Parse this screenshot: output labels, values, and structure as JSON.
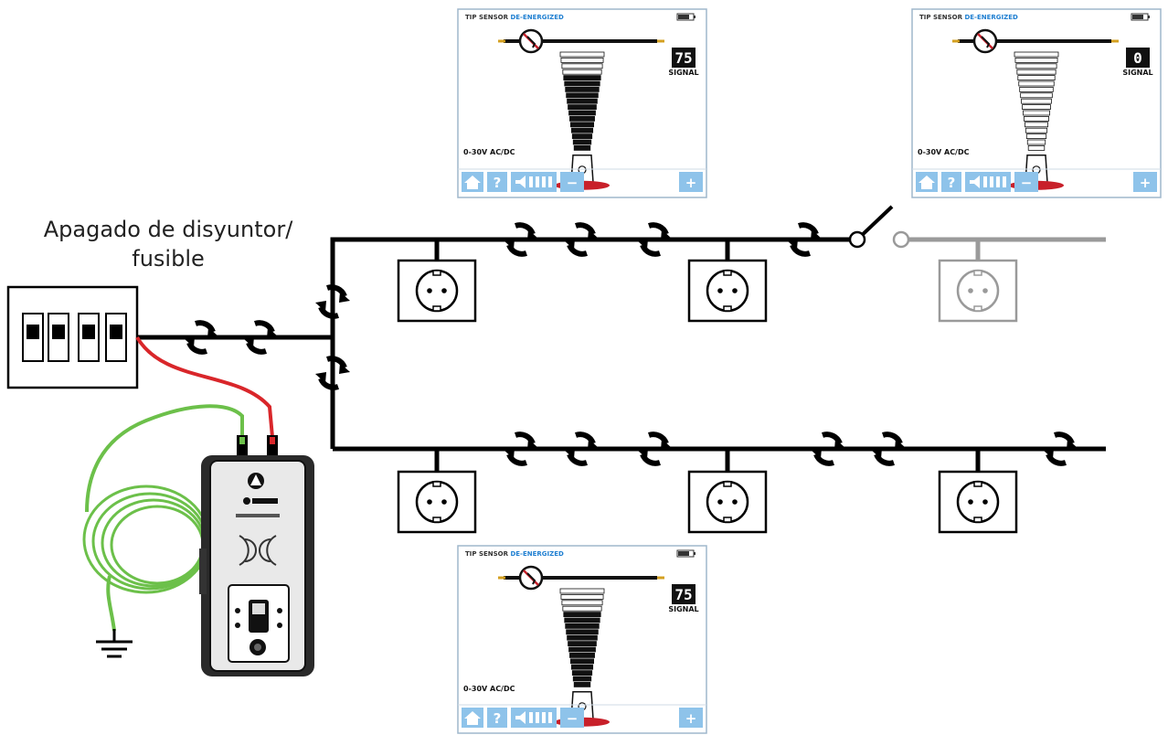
{
  "caption": {
    "line1": "Apagado de disyuntor/",
    "line2": "fusible"
  },
  "colors": {
    "wire": "#000000",
    "wire_dead": "#9a9a9a",
    "red_lead": "#d9262a",
    "green_lead": "#6cc04a",
    "title_blue": "#1f7fd1",
    "button_blue": "#8ec3ea",
    "base_red": "#c8202a"
  },
  "screens": [
    {
      "title_prefix": "TIP SENSOR",
      "title_status": "DE-ENERGIZED",
      "signal": "75",
      "signal_label": "SIGNAL",
      "range": "0-30V AC/DC",
      "level": 0.75
    },
    {
      "title_prefix": "TIP SENSOR",
      "title_status": "DE-ENERGIZED",
      "signal": "0",
      "signal_label": "SIGNAL",
      "range": "0-30V AC/DC",
      "level": 0.0
    },
    {
      "title_prefix": "TIP SENSOR",
      "title_status": "DE-ENERGIZED",
      "signal": "75",
      "signal_label": "SIGNAL",
      "range": "0-30V AC/DC",
      "level": 0.75
    }
  ],
  "screen_buttons": [
    "home-icon",
    "help-icon",
    "volume-icon",
    "minus-icon",
    "plus-icon"
  ],
  "button_glyphs": {
    "help": "?",
    "minus": "−",
    "plus": "+"
  }
}
